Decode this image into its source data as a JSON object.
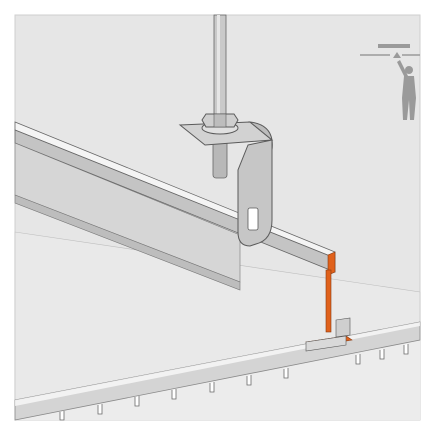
{
  "diagram": {
    "kind": "technical-illustration",
    "components": [
      "threaded-hanger-rod",
      "hex-nut",
      "washer",
      "suspension-clip",
      "main-carrier-rail",
      "t-profile-connector",
      "ceiling-panel",
      "installation-icon"
    ],
    "icon": {
      "name": "person-pushing-up-ceiling-icon",
      "meaning": "install-from-below"
    },
    "colors": {
      "background": "#ffffff",
      "ceiling_void": "#e6e6e6",
      "panel": "#e9e9e9",
      "metal": "#bdbdbd",
      "metal_dark": "#8f8f8f",
      "outline": "#555555",
      "accent": "#e0611b",
      "icon": "#9a9a9a"
    }
  }
}
